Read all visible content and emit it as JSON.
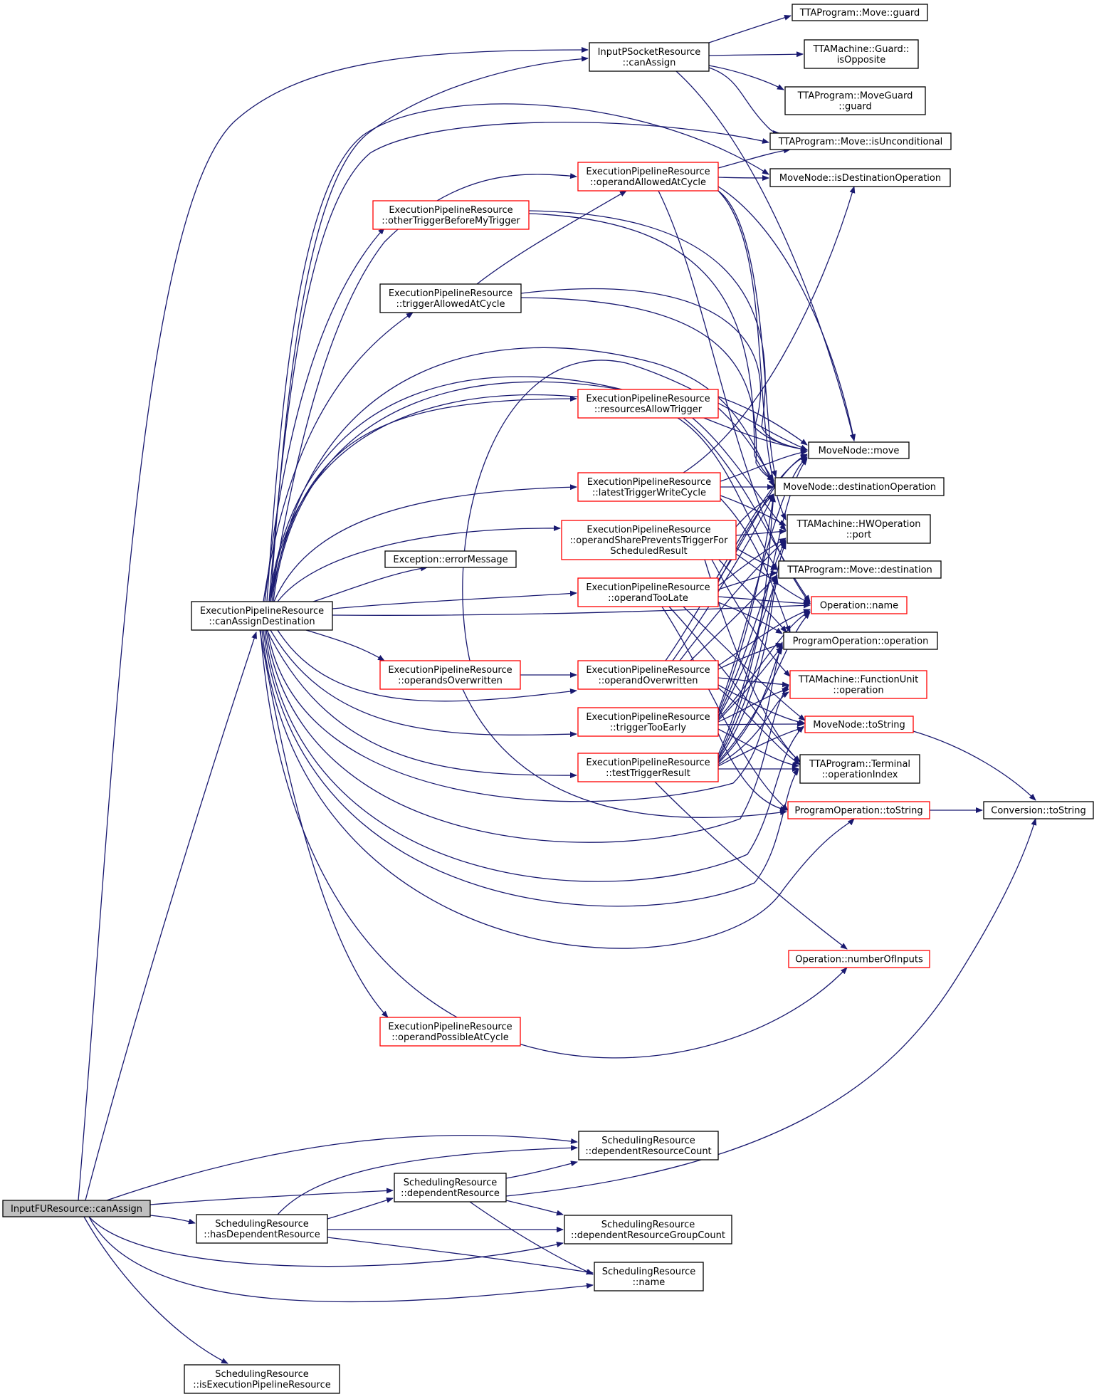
{
  "colors": {
    "edge": "#191970",
    "node_border": "#000000",
    "node_border_incomplete": "#ff0000",
    "root_fill": "#bfbfbf",
    "node_fill": "#ffffff",
    "text": "#000000"
  },
  "nodes": [
    {
      "id": "root",
      "lines": [
        "InputFUResource::canAssign"
      ],
      "style": "root"
    },
    {
      "id": "ipsock",
      "lines": [
        "InputPSocketResource",
        "::canAssign"
      ],
      "style": "normal"
    },
    {
      "id": "moveguard",
      "lines": [
        "TTAProgram::Move::guard"
      ],
      "style": "normal"
    },
    {
      "id": "isopp",
      "lines": [
        "TTAMachine::Guard::",
        "isOpposite"
      ],
      "style": "normal"
    },
    {
      "id": "mgguard",
      "lines": [
        "TTAProgram::MoveGuard",
        "::guard"
      ],
      "style": "normal"
    },
    {
      "id": "isuncond",
      "lines": [
        "TTAProgram::Move::isUnconditional"
      ],
      "style": "normal"
    },
    {
      "id": "isdestop",
      "lines": [
        "MoveNode::isDestinationOperation"
      ],
      "style": "normal"
    },
    {
      "id": "opallowed",
      "lines": [
        "ExecutionPipelineResource",
        "::operandAllowedAtCycle"
      ],
      "style": "incomplete"
    },
    {
      "id": "othertrig",
      "lines": [
        "ExecutionPipelineResource",
        "::otherTriggerBeforeMyTrigger"
      ],
      "style": "incomplete"
    },
    {
      "id": "trigallowed",
      "lines": [
        "ExecutionPipelineResource",
        "::triggerAllowedAtCycle"
      ],
      "style": "normal"
    },
    {
      "id": "resallow",
      "lines": [
        "ExecutionPipelineResource",
        "::resourcesAllowTrigger"
      ],
      "style": "incomplete"
    },
    {
      "id": "mnmove",
      "lines": [
        "MoveNode::move"
      ],
      "style": "normal"
    },
    {
      "id": "latesttrig",
      "lines": [
        "ExecutionPipelineResource",
        "::latestTriggerWriteCycle"
      ],
      "style": "incomplete"
    },
    {
      "id": "mndestop",
      "lines": [
        "MoveNode::destinationOperation"
      ],
      "style": "normal"
    },
    {
      "id": "opshare",
      "lines": [
        "ExecutionPipelineResource",
        "::operandSharePreventsTriggerFor",
        "ScheduledResult"
      ],
      "style": "incomplete"
    },
    {
      "id": "hwport",
      "lines": [
        "TTAMachine::HWOperation",
        "::port"
      ],
      "style": "normal"
    },
    {
      "id": "errmsg",
      "lines": [
        "Exception::errorMessage"
      ],
      "style": "normal"
    },
    {
      "id": "movedest",
      "lines": [
        "TTAProgram::Move::destination"
      ],
      "style": "normal"
    },
    {
      "id": "optoolate",
      "lines": [
        "ExecutionPipelineResource",
        "::operandTooLate"
      ],
      "style": "incomplete"
    },
    {
      "id": "cad",
      "lines": [
        "ExecutionPipelineResource",
        "::canAssignDestination"
      ],
      "style": "normal"
    },
    {
      "id": "opname",
      "lines": [
        "Operation::name"
      ],
      "style": "incomplete"
    },
    {
      "id": "progopop",
      "lines": [
        "ProgramOperation::operation"
      ],
      "style": "normal"
    },
    {
      "id": "opsoverw",
      "lines": [
        "ExecutionPipelineResource",
        "::operandsOverwritten"
      ],
      "style": "incomplete"
    },
    {
      "id": "opoverw",
      "lines": [
        "ExecutionPipelineResource",
        "::operandOverwritten"
      ],
      "style": "incomplete"
    },
    {
      "id": "fuop",
      "lines": [
        "TTAMachine::FunctionUnit",
        "::operation"
      ],
      "style": "incomplete"
    },
    {
      "id": "trigearly",
      "lines": [
        "ExecutionPipelineResource",
        "::triggerTooEarly"
      ],
      "style": "incomplete"
    },
    {
      "id": "mntostr",
      "lines": [
        "MoveNode::toString"
      ],
      "style": "incomplete"
    },
    {
      "id": "testtrig",
      "lines": [
        "ExecutionPipelineResource",
        "::testTriggerResult"
      ],
      "style": "incomplete"
    },
    {
      "id": "termopidx",
      "lines": [
        "TTAProgram::Terminal",
        "::operationIndex"
      ],
      "style": "normal"
    },
    {
      "id": "potostr",
      "lines": [
        "ProgramOperation::toString"
      ],
      "style": "incomplete"
    },
    {
      "id": "convtostr",
      "lines": [
        "Conversion::toString"
      ],
      "style": "normal"
    },
    {
      "id": "numinputs",
      "lines": [
        "Operation::numberOfInputs"
      ],
      "style": "incomplete"
    },
    {
      "id": "oppossible",
      "lines": [
        "ExecutionPipelineResource",
        "::operandPossibleAtCycle"
      ],
      "style": "incomplete"
    },
    {
      "id": "depcount",
      "lines": [
        "SchedulingResource",
        "::dependentResourceCount"
      ],
      "style": "normal"
    },
    {
      "id": "depres",
      "lines": [
        "SchedulingResource",
        "::dependentResource"
      ],
      "style": "normal"
    },
    {
      "id": "hasdep",
      "lines": [
        "SchedulingResource",
        "::hasDependentResource"
      ],
      "style": "normal"
    },
    {
      "id": "depgroup",
      "lines": [
        "SchedulingResource",
        "::dependentResourceGroupCount"
      ],
      "style": "normal"
    },
    {
      "id": "srname",
      "lines": [
        "SchedulingResource",
        "::name"
      ],
      "style": "normal"
    },
    {
      "id": "isexec",
      "lines": [
        "SchedulingResource",
        "::isExecutionPipelineResource"
      ],
      "style": "normal"
    }
  ],
  "edges": [
    [
      "root",
      "ipsock"
    ],
    [
      "root",
      "cad"
    ],
    [
      "root",
      "depcount"
    ],
    [
      "root",
      "depres"
    ],
    [
      "root",
      "hasdep"
    ],
    [
      "root",
      "depgroup"
    ],
    [
      "root",
      "srname"
    ],
    [
      "root",
      "isexec"
    ],
    [
      "ipsock",
      "moveguard"
    ],
    [
      "ipsock",
      "isopp"
    ],
    [
      "ipsock",
      "mgguard"
    ],
    [
      "ipsock",
      "isuncond"
    ],
    [
      "ipsock",
      "mnmove"
    ],
    [
      "cad",
      "ipsock"
    ],
    [
      "cad",
      "isdestop"
    ],
    [
      "cad",
      "isuncond"
    ],
    [
      "cad",
      "opallowed"
    ],
    [
      "cad",
      "othertrig"
    ],
    [
      "cad",
      "trigallowed"
    ],
    [
      "cad",
      "resallow"
    ],
    [
      "cad",
      "latesttrig"
    ],
    [
      "cad",
      "opshare"
    ],
    [
      "cad",
      "errmsg"
    ],
    [
      "cad",
      "optoolate"
    ],
    [
      "cad",
      "opname"
    ],
    [
      "cad",
      "opsoverw"
    ],
    [
      "cad",
      "opoverw"
    ],
    [
      "cad",
      "trigearly"
    ],
    [
      "cad",
      "testtrig"
    ],
    [
      "cad",
      "mnmove"
    ],
    [
      "cad",
      "mndestop"
    ],
    [
      "cad",
      "hwport"
    ],
    [
      "cad",
      "movedest"
    ],
    [
      "cad",
      "progopop"
    ],
    [
      "cad",
      "fuop"
    ],
    [
      "cad",
      "mntostr"
    ],
    [
      "cad",
      "termopidx"
    ],
    [
      "cad",
      "potostr"
    ],
    [
      "cad",
      "numinputs"
    ],
    [
      "cad",
      "oppossible"
    ],
    [
      "opallowed",
      "isuncond"
    ],
    [
      "opallowed",
      "isdestop"
    ],
    [
      "opallowed",
      "mnmove"
    ],
    [
      "opallowed",
      "mndestop"
    ],
    [
      "opallowed",
      "hwport"
    ],
    [
      "opallowed",
      "opname"
    ],
    [
      "othertrig",
      "mnmove"
    ],
    [
      "othertrig",
      "mndestop"
    ],
    [
      "trigallowed",
      "opallowed"
    ],
    [
      "trigallowed",
      "mnmove"
    ],
    [
      "trigallowed",
      "mndestop"
    ],
    [
      "resallow",
      "mnmove"
    ],
    [
      "resallow",
      "mndestop"
    ],
    [
      "resallow",
      "opname"
    ],
    [
      "latesttrig",
      "isdestop"
    ],
    [
      "latesttrig",
      "mndestop"
    ],
    [
      "latesttrig",
      "mnmove"
    ],
    [
      "latesttrig",
      "hwport"
    ],
    [
      "latesttrig",
      "progopop"
    ],
    [
      "opshare",
      "mndestop"
    ],
    [
      "opshare",
      "hwport"
    ],
    [
      "opshare",
      "movedest"
    ],
    [
      "opshare",
      "opname"
    ],
    [
      "opshare",
      "progopop"
    ],
    [
      "opshare",
      "fuop"
    ],
    [
      "opshare",
      "termopidx"
    ],
    [
      "optoolate",
      "mnmove"
    ],
    [
      "optoolate",
      "mndestop"
    ],
    [
      "optoolate",
      "hwport"
    ],
    [
      "optoolate",
      "movedest"
    ],
    [
      "optoolate",
      "opname"
    ],
    [
      "optoolate",
      "progopop"
    ],
    [
      "optoolate",
      "mntostr"
    ],
    [
      "optoolate",
      "termopidx"
    ],
    [
      "optoolate",
      "potostr"
    ],
    [
      "opsoverw",
      "opoverw"
    ],
    [
      "opsoverw",
      "mnmove"
    ],
    [
      "opsoverw",
      "potostr"
    ],
    [
      "opoverw",
      "mnmove"
    ],
    [
      "opoverw",
      "mndestop"
    ],
    [
      "opoverw",
      "hwport"
    ],
    [
      "opoverw",
      "movedest"
    ],
    [
      "opoverw",
      "opname"
    ],
    [
      "opoverw",
      "progopop"
    ],
    [
      "opoverw",
      "fuop"
    ],
    [
      "opoverw",
      "mntostr"
    ],
    [
      "opoverw",
      "termopidx"
    ],
    [
      "trigearly",
      "mnmove"
    ],
    [
      "trigearly",
      "mndestop"
    ],
    [
      "trigearly",
      "hwport"
    ],
    [
      "trigearly",
      "movedest"
    ],
    [
      "trigearly",
      "opname"
    ],
    [
      "trigearly",
      "progopop"
    ],
    [
      "trigearly",
      "fuop"
    ],
    [
      "trigearly",
      "mntostr"
    ],
    [
      "trigearly",
      "termopidx"
    ],
    [
      "trigearly",
      "potostr"
    ],
    [
      "testtrig",
      "mnmove"
    ],
    [
      "testtrig",
      "mndestop"
    ],
    [
      "testtrig",
      "hwport"
    ],
    [
      "testtrig",
      "movedest"
    ],
    [
      "testtrig",
      "opname"
    ],
    [
      "testtrig",
      "progopop"
    ],
    [
      "testtrig",
      "fuop"
    ],
    [
      "testtrig",
      "mntostr"
    ],
    [
      "testtrig",
      "termopidx"
    ],
    [
      "testtrig",
      "numinputs"
    ],
    [
      "mntostr",
      "convtostr"
    ],
    [
      "potostr",
      "convtostr"
    ],
    [
      "depres",
      "convtostr"
    ],
    [
      "hasdep",
      "depres"
    ],
    [
      "hasdep",
      "depcount"
    ],
    [
      "hasdep",
      "depgroup"
    ],
    [
      "hasdep",
      "srname"
    ],
    [
      "depres",
      "depcount"
    ],
    [
      "depres",
      "depgroup"
    ],
    [
      "depres",
      "srname"
    ]
  ]
}
